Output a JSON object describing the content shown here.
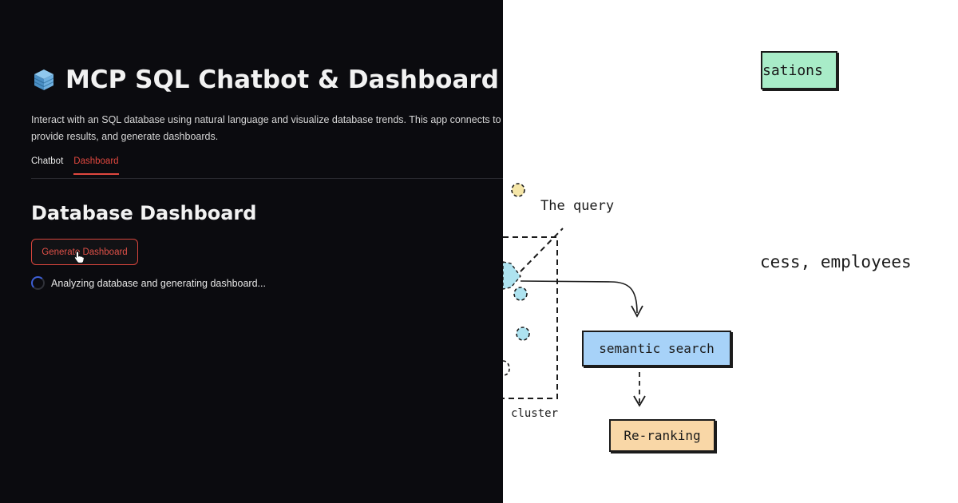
{
  "app": {
    "title": "MCP SQL Chatbot & Dashboard",
    "title_icon": "database-cube-icon",
    "description_line1": "Interact with an SQL database using natural language and visualize database trends. This app connects to an M",
    "description_line2": "provide results, and generate dashboards.",
    "tabs": [
      {
        "label": "Chatbot",
        "active": false
      },
      {
        "label": "Dashboard",
        "active": true
      }
    ],
    "section_title": "Database Dashboard",
    "generate_button_label": "Generate Dashboard",
    "status_text": "Analyzing database and generating dashboard...",
    "accent_color": "#e0483f",
    "spinner_color": "#3e5fd4",
    "background_color": "#0b0b0f"
  },
  "diagram": {
    "conversations_label": "sations",
    "query_label": "The query",
    "employees_label": "cess, employees",
    "semantic_search_label": "semantic search",
    "cluster_label": "cluster",
    "reranking_label": "Re-ranking",
    "colors": {
      "conversations_box": "#a8ecc8",
      "semantic_box": "#a7d2f8",
      "rerank_box": "#f9d7a7",
      "query_dot": "#f5e6a8",
      "cluster_dot": "#aee3f0"
    }
  }
}
